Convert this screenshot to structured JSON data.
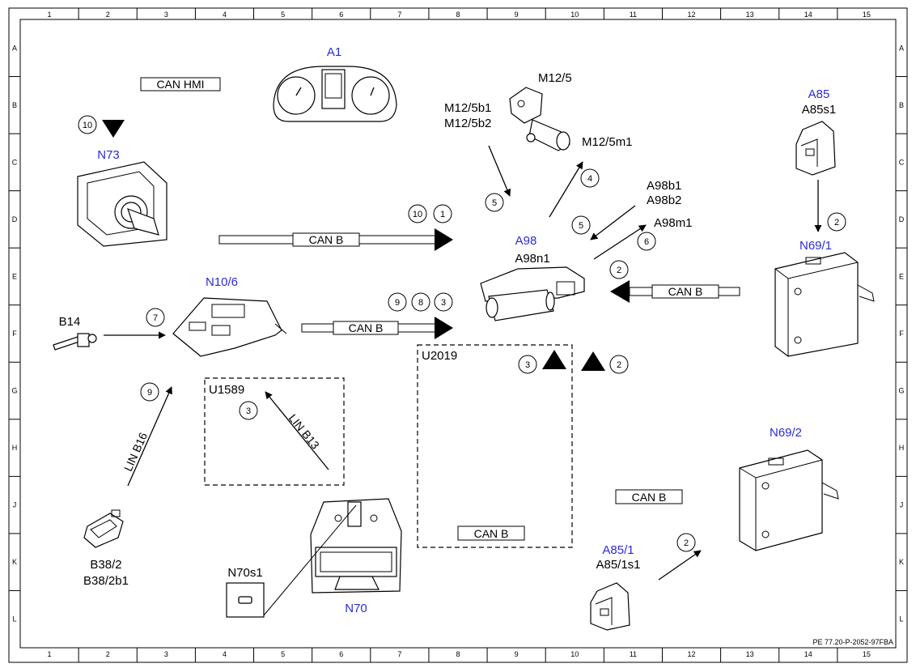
{
  "grid": {
    "columns": [
      "1",
      "2",
      "3",
      "4",
      "5",
      "6",
      "7",
      "8",
      "9",
      "10",
      "11",
      "12",
      "13",
      "14",
      "15"
    ],
    "rows": [
      "A",
      "B",
      "C",
      "D",
      "E",
      "F",
      "G",
      "H",
      "J",
      "K",
      "L"
    ]
  },
  "footer_code": "PE 77.20-P-2052-97FBA",
  "components": {
    "a1": "A1",
    "n73": "N73",
    "m12_5": "M12/5",
    "m12_5b": [
      "M12/5b1",
      "M12/5b2"
    ],
    "m12_5m1": "M12/5m1",
    "a85": "A85",
    "a85s1": "A85s1",
    "a98b": [
      "A98b1",
      "A98b2"
    ],
    "a98m1": "A98m1",
    "a98": "A98",
    "a98n1": "A98n1",
    "n69_1": "N69/1",
    "n10_6": "N10/6",
    "b14": "B14",
    "u2019": "U2019",
    "u1589": "U1589",
    "n69_2": "N69/2",
    "a85_1": "A85/1",
    "a85_1s1": "A85/1s1",
    "b38_2": [
      "B38/2",
      "B38/2b1"
    ],
    "n70s1": "N70s1",
    "n70": "N70"
  },
  "buses": {
    "can_hmi": "CAN HMI",
    "can_b_n73": "CAN B",
    "can_b_n10": "CAN B",
    "can_b_n69_1": "CAN B",
    "can_b_n69_2": "CAN B",
    "can_b_u2019": "CAN B",
    "lin_b16": "LIN B16",
    "lin_b13": "LIN B13"
  },
  "steps": {
    "s10_hmi": "10",
    "s10_n73": "10",
    "s1_n73": "1",
    "s5_m12": "5",
    "s4_m12": "4",
    "s5_a98b": "5",
    "s6_a98m1": "6",
    "s2_n69_1": "2",
    "s2_a85": "2",
    "s7_b14": "7",
    "s9_n10": "9",
    "s8_n10": "8",
    "s3_n10": "3",
    "s9_lin": "9",
    "s3_u1589": "3",
    "s3_u2019": "3",
    "s2_n69_2": "2",
    "s2_a85_1": "2"
  }
}
